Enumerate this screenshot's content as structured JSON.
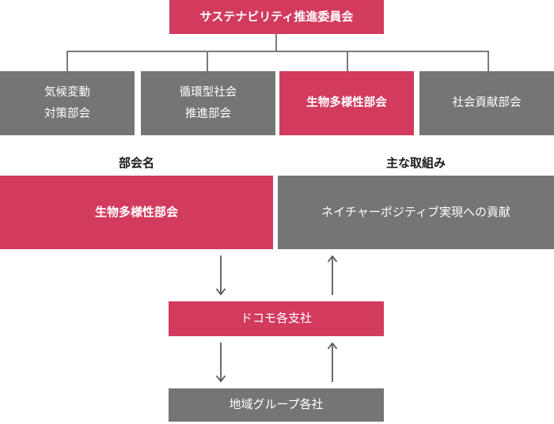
{
  "colors": {
    "accent_pink": "#d23a5e",
    "box_gray": "#757575",
    "connector_gray": "#7a7a7a",
    "arrow_gray": "#595959",
    "header_text": "#1a1a1a",
    "box_text": "#ffffff"
  },
  "org_chart": {
    "root_label": "サステナビリティ推進委員会",
    "subcommittees": [
      {
        "label": "気候変動\n対策部会",
        "highlighted": false
      },
      {
        "label": "循環型社会\n推進部会",
        "highlighted": false
      },
      {
        "label": "生物多様性部会",
        "highlighted": true
      },
      {
        "label": "社会貢献部会",
        "highlighted": false
      }
    ]
  },
  "detail_section": {
    "name_header": "部会名",
    "initiatives_header": "主な取組み",
    "subcommittee_name": "生物多様性部会",
    "main_initiative": "ネイチャーポジティブ実現への貢献"
  },
  "flow_section": {
    "docomo_branches_label": "ドコモ各支社",
    "regional_group_label": "地域グループ各社",
    "icons": {
      "down": "arrow-down-icon",
      "up": "arrow-up-icon"
    }
  }
}
